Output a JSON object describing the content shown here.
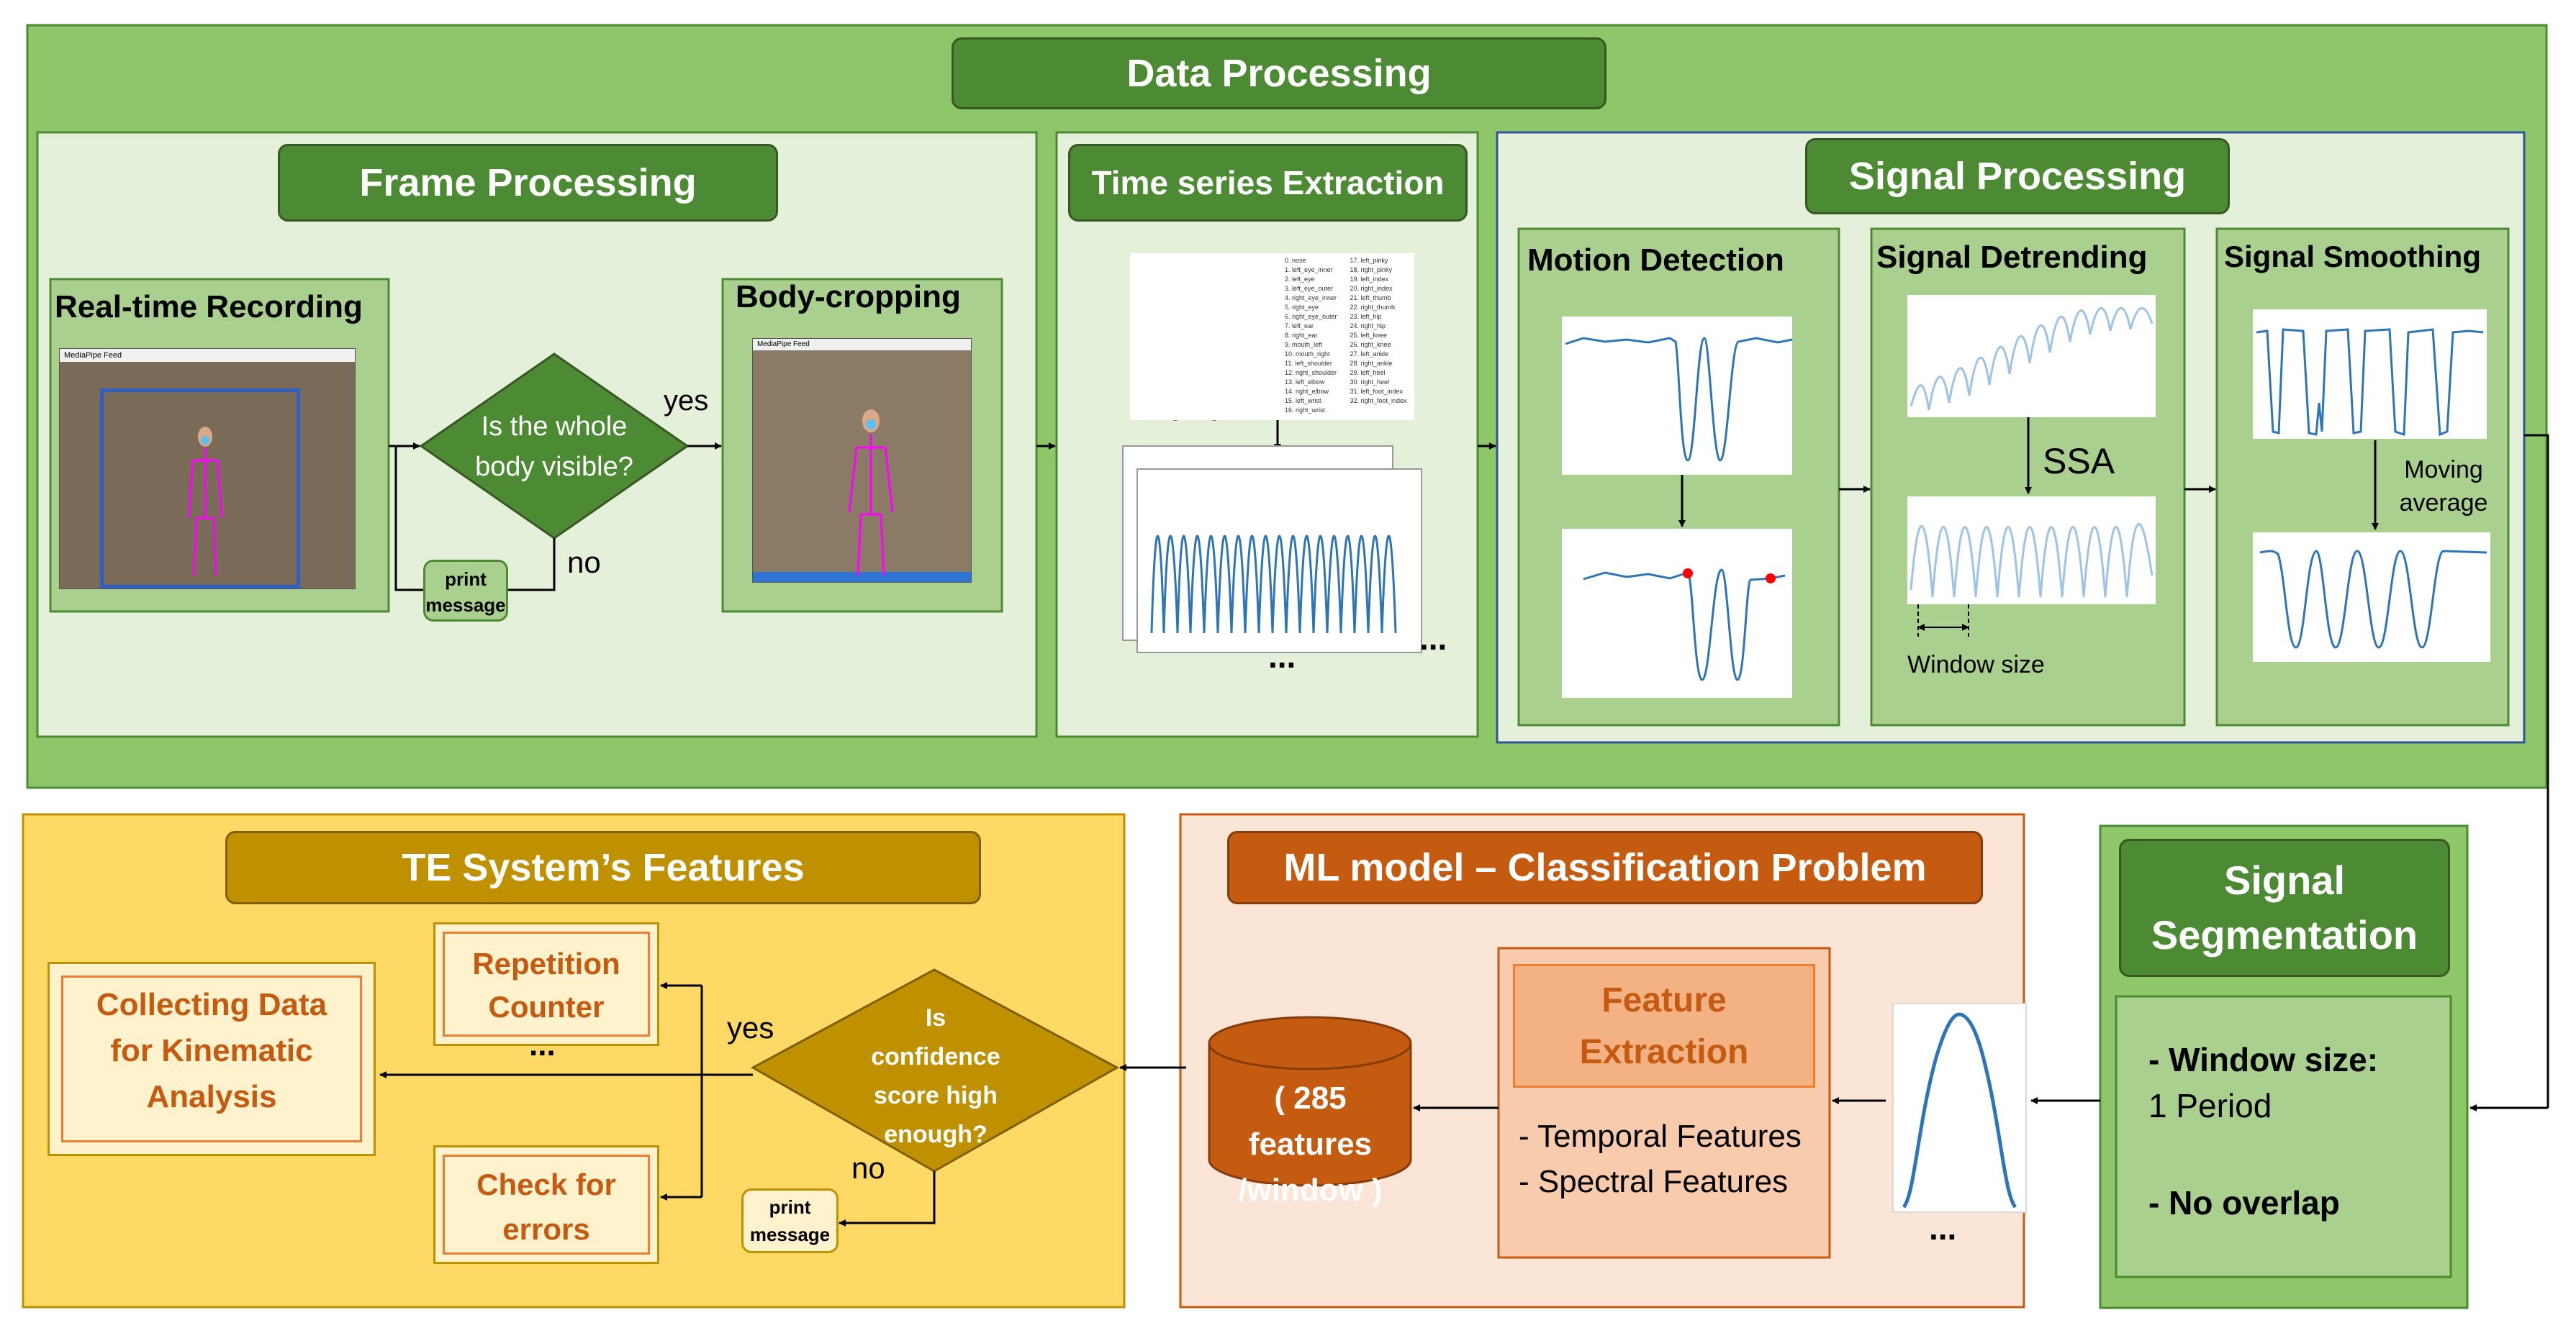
{
  "data_processing": {
    "title": "Data Processing",
    "frame_processing": {
      "title": "Frame Processing",
      "realtime_label": "Real-time Recording",
      "realtime_window_title": "MediaPipe Feed",
      "decision": [
        "Is the whole",
        "body visible?"
      ],
      "yes": "yes",
      "no": "no",
      "print_message": [
        "print",
        "message"
      ],
      "body_crop_label": "Body-cropping",
      "body_crop_window_title": "MediaPipe Feed"
    },
    "time_series": {
      "title": "Time series Extraction",
      "landmark_list": [
        "0. nose",
        "1. left_eye_inner",
        "2. left_eye",
        "3. left_eye_outer",
        "4. right_eye_inner",
        "5. right_eye",
        "6. right_eye_outer",
        "7. left_ear",
        "8. right_ear",
        "9. mouth_left",
        "10. mouth_right",
        "11. left_shoulder",
        "12. right_shoulder",
        "13. left_elbow",
        "14. right_elbow",
        "15. left_wrist",
        "16. right_wrist",
        "17. left_pinky",
        "18. right_pinky",
        "19. left_index",
        "20. right_index",
        "21. left_thumb",
        "22. right_thumb",
        "23. left_hip",
        "24. right_hip",
        "25. left_knee",
        "26. right_knee",
        "27. left_ankle",
        "28. right_ankle",
        "29. left_heel",
        "30. right_heel",
        "31. left_foot_index",
        "32. right_foot_index"
      ],
      "ellipsis1": "...",
      "ellipsis2": "..."
    },
    "signal_processing": {
      "title": "Signal Processing",
      "motion_detection": "Motion Detection",
      "signal_detrending": "Signal Detrending",
      "ssa": "SSA",
      "window_size": "Window size",
      "signal_smoothing": "Signal Smoothing",
      "moving_average": [
        "Moving",
        "average"
      ]
    }
  },
  "signal_segmentation": {
    "title": [
      "Signal",
      "Segmentation"
    ],
    "window_size_label": "- Window size:",
    "window_size_value": "1 Period",
    "no_overlap": "- No overlap"
  },
  "ml_model": {
    "title": "ML model – Classification Problem",
    "feature_extraction": [
      "Feature",
      "Extraction"
    ],
    "temporal": "- Temporal Features",
    "spectral": "- Spectral Features",
    "database": [
      "( 285 features",
      "/window )"
    ],
    "ellipsis": "..."
  },
  "te_system": {
    "title": "TE System’s Features",
    "decision": [
      "Is",
      "confidence",
      "score high",
      "enough?"
    ],
    "yes": "yes",
    "no": "no",
    "print_message": [
      "print",
      "message"
    ],
    "repetition_counter": [
      "Repetition",
      "Counter"
    ],
    "ellipsis": "...",
    "check_errors": [
      "Check",
      "for",
      "errors"
    ],
    "collecting_data": [
      "Collecting Data",
      "for Kinematic",
      "Analysis"
    ]
  },
  "colors": {
    "outer_green": "#8dc76a",
    "dark_green": "#4d8a34",
    "light_green": "#e5f0da",
    "mid_green": "#a9d08e",
    "yellow_bg": "#ffd966",
    "gold": "#bf9000",
    "peach_bg": "#fbe5d6",
    "orange_dark": "#c55a11",
    "orange_mid": "#f4b183",
    "signal_blue": "#2e75b6"
  }
}
